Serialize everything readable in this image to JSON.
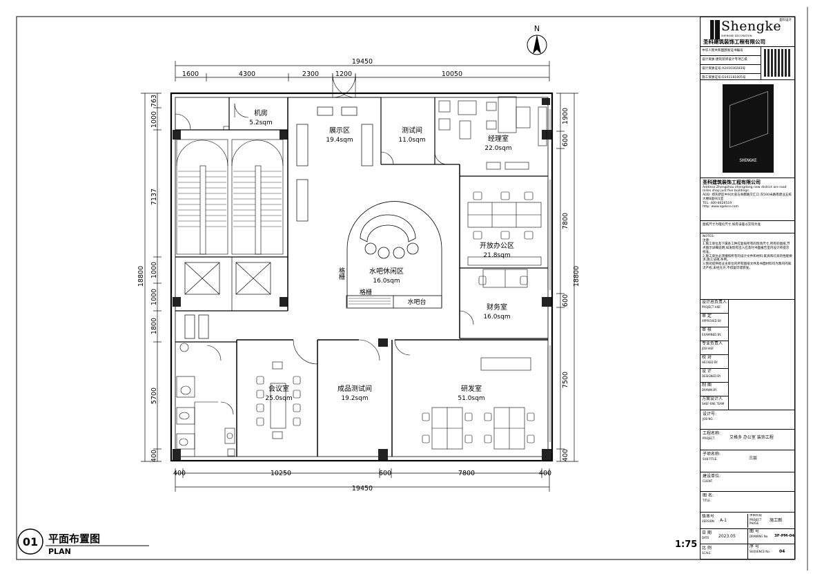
{
  "plan": {
    "north_label": "N",
    "dims_top": {
      "overall": "19450",
      "segments": [
        "1600",
        "4300",
        "2300",
        "1200",
        "10050"
      ]
    },
    "dims_bottom": {
      "overall": "19450",
      "segments": [
        "400",
        "10250",
        "600",
        "7800",
        "400"
      ]
    },
    "dims_left": {
      "overall": "18800",
      "segments": [
        "763",
        "1000",
        "7137",
        "1000",
        "1000",
        "1800",
        "5700",
        "400"
      ]
    },
    "dims_right": {
      "overall": "18800",
      "segments": [
        "1900",
        "600",
        "7800",
        "600",
        "7500",
        "400"
      ]
    },
    "rooms": [
      {
        "name": "机房",
        "area": "5.2sqm"
      },
      {
        "name": "展示区",
        "area": "19.4sqm"
      },
      {
        "name": "测试间",
        "area": "11.0sqm"
      },
      {
        "name": "经理室",
        "area": "22.0sqm"
      },
      {
        "name": "开放办公区",
        "area": "21.8sqm"
      },
      {
        "name": "水吧休闲区",
        "area": "16.0sqm"
      },
      {
        "name": "财务室",
        "area": "16.0sqm"
      },
      {
        "name": "会议室",
        "area": "25.0sqm"
      },
      {
        "name": "成品测试间",
        "area": "19.2sqm"
      },
      {
        "name": "研发室",
        "area": "51.0sqm"
      }
    ],
    "labels": {
      "grille_1": "格栅",
      "grille_2": "格栅",
      "bar_counter": "水吧台"
    },
    "drawing_no": "01",
    "drawing_title_cn": "平面布置图",
    "drawing_title_en": "PLAN",
    "scale": "1:75"
  },
  "title_block": {
    "logo_text": "Shengke",
    "logo_sub": "SHENGKE DECORATION",
    "logo_top_right": "圣科设计",
    "company_cn": "圣科建筑装饰工程有限公司",
    "cert_lines": [
      "中华人民共和国颁发证书编号",
      "设计资质:建筑装饰设计专项乙级",
      "设计资质证号:A241030283号",
      "施工资质证号:D341181805号"
    ],
    "side_logo_text": "SHENGKE",
    "company_block_title": "圣科建筑装饰工程有限公司",
    "address_en": "Address:Zhengzhou zhengdong new district are road miles shop just five buildings",
    "address_cn": "ADD: 郑东新区中州大道与商都路交汇口 东500米路南建业五栋大楼B座901室",
    "tel": "TEL: 400-8026519",
    "web": "http: www.sgekco.com",
    "note_dims": "图纸尺寸为理论尺寸,如有误差以实际为准",
    "notes_heading": "NOTES:",
    "notes_cn_heading": "注意:",
    "notes": [
      "1.施工单位及下属各工种应复核所有的现场尺寸,所有的图纸,节点图示详细说明,如发现有出入应及时书面报告室内设计师提示批准。",
      "2.施工单位必须遵照所有的设计文件和材料,家具和灯具的性能要求,施工法规,条例。",
      "3.我司提供给业主单位的所有图纸文件及书面材料均为我司的知识产权,未经允许,不得复印或转发。"
    ],
    "signoffs": [
      {
        "cn": "设计总负责人",
        "en": "PROJECT HIEF"
      },
      {
        "cn": "审 定",
        "en": "APPROVED BY."
      },
      {
        "cn": "审 核",
        "en": "EXAMINED BY."
      },
      {
        "cn": "专业负责人",
        "en": "JOB HIEF"
      },
      {
        "cn": "校 对",
        "en": "HECKED BY."
      },
      {
        "cn": "设 计",
        "en": "DESIGNED BY."
      },
      {
        "cn": "制 图",
        "en": "DRAWN BY."
      },
      {
        "cn": "方案设计人",
        "en": "SHEF-ENE TEAM"
      }
    ],
    "design_no_label": "设计号:",
    "design_no_en": "JOB NO.",
    "project_label": "工程名称:",
    "project_en": "PROJECT.",
    "project_value": "艾格多 办公室 装饰工程",
    "subtitle_label": "子项名称:",
    "subtitle_en": "SUB-TITLE.",
    "subtitle_value": "三层",
    "client_label": "建设单位:",
    "client_en": "CLIENT.",
    "title_label": "图 名:",
    "title_en": "TITLE.",
    "version_label": "版本号",
    "version_en": "VERSION",
    "version_value": "A-1",
    "phase_label": "项目阶段",
    "phase_en": "PROJECT PHASE",
    "phase_value": "施工图",
    "date_label": "日 期",
    "date_en": "DATE",
    "date_value": "2023.05",
    "drawing_no_label": "图 号",
    "drawing_no_en": "DRAWING No.",
    "drawing_no_value": "3F-PM-04",
    "scale_label": "比 例",
    "scale_en": "SCALE",
    "seq_label": "序 号",
    "seq_en": "SEQUENCE No.",
    "seq_value": "04"
  }
}
